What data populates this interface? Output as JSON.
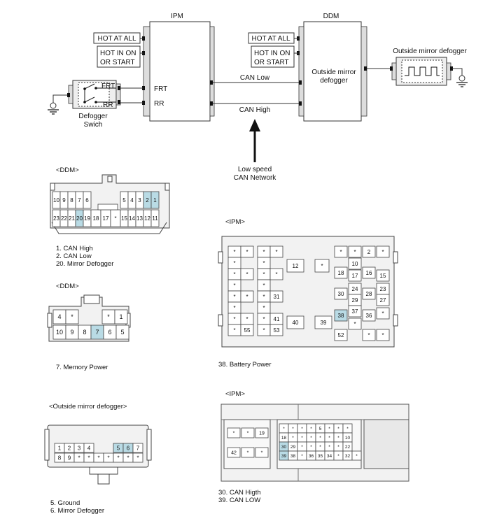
{
  "schematic": {
    "ipm": {
      "title": "IPM",
      "hot_at_all": "HOT AT ALL",
      "hot_in_on_1": "HOT IN ON",
      "hot_in_on_2": "OR START",
      "pin_frt": "FRT",
      "pin_rr": "RR"
    },
    "ddm": {
      "title": "DDM",
      "hot_at_all": "HOT AT ALL",
      "hot_in_on_1": "HOT IN ON",
      "hot_in_on_2": "OR START",
      "inner_1": "Outside mirror",
      "inner_2": "defogger"
    },
    "can_low": "CAN Low",
    "can_high": "CAN High",
    "switch": {
      "frt": "FRT",
      "rr": "RR",
      "label_1": "Defogger",
      "label_2": "Swich"
    },
    "network_1": "Low speed",
    "network_2": "CAN Network",
    "mirror_defogger": "Outside mirror defogger"
  },
  "ddm_connector_1": {
    "title": "<DDM>",
    "row1": [
      "10",
      "9",
      "8",
      "7",
      "6",
      "",
      "5",
      "4",
      "3",
      "2",
      "1"
    ],
    "row2": [
      "23",
      "22",
      "21",
      "20",
      "19",
      "18",
      "17",
      "*",
      "15",
      "14",
      "13",
      "12",
      "11"
    ],
    "highlight": [
      "2",
      "1",
      "20"
    ],
    "legend": [
      "1. CAN High",
      "2. CAN Low",
      "20. Mirror Defogger"
    ]
  },
  "ddm_connector_2": {
    "title": "<DDM>",
    "row1": [
      "4",
      "*",
      "",
      "*",
      "1"
    ],
    "row2": [
      "10",
      "9",
      "8",
      "7",
      "6",
      "5"
    ],
    "highlight": [
      "7"
    ],
    "legend": [
      "7. Memory Power"
    ]
  },
  "mirror_connector": {
    "title": "<Outside mirror defogger>",
    "row1": [
      "1",
      "2",
      "3",
      "4",
      "",
      "",
      "5",
      "6",
      "7"
    ],
    "row2": [
      "8",
      "9",
      "*",
      "*",
      "*",
      "*",
      "*",
      "*",
      "*"
    ],
    "highlight": [
      "5",
      "6"
    ],
    "legend": [
      "5. Ground",
      "6. Mirror Defogger"
    ]
  },
  "ipm_connector_1": {
    "title": "<IPM>",
    "left_col_a": [
      "*",
      "*",
      "*",
      "*",
      "*",
      "*",
      "*",
      "*"
    ],
    "left_col_b": [
      "*",
      "",
      "*",
      "",
      "*",
      "",
      "*",
      "55"
    ],
    "mid_col_a": [
      "*",
      "*",
      "*",
      "*",
      "*",
      "*",
      "*",
      "*"
    ],
    "mid_col_b": [
      "*",
      "",
      "*",
      "",
      "31",
      "",
      "41",
      "53"
    ],
    "c12": "12",
    "cstar": "*",
    "c40": "40",
    "c39": "39",
    "right_col_a": [
      "*",
      "10",
      "18",
      "17",
      "30",
      "24",
      "29",
      "38",
      "37",
      "*",
      "52"
    ],
    "right_col_b": [
      "*",
      "",
      "16",
      "15",
      "",
      "23",
      "28",
      "27",
      "36",
      "",
      "*"
    ],
    "top_right": [
      "*",
      "*",
      "2",
      "*"
    ],
    "highlight": [
      "38"
    ],
    "legend": [
      "38. Battery Power"
    ]
  },
  "ipm_connector_2": {
    "title": "<IPM>",
    "small_top": [
      "*",
      "*",
      "19"
    ],
    "small_bot": [
      "42",
      "*",
      "*"
    ],
    "grid": [
      [
        "*",
        "*",
        "*",
        "*",
        "5",
        "*",
        "*",
        "*"
      ],
      [
        "18",
        "*",
        "*",
        "*",
        "*",
        "*",
        "*",
        "10"
      ],
      [
        "30",
        "29",
        "*",
        "*",
        "*",
        "*",
        "*",
        "22"
      ],
      [
        "39",
        "38",
        "*",
        "36",
        "35",
        "34",
        "*",
        "32",
        "*"
      ]
    ],
    "highlight": [
      "30",
      "39"
    ],
    "legend": [
      "30. CAN Higth",
      "39. CAN LOW"
    ]
  }
}
